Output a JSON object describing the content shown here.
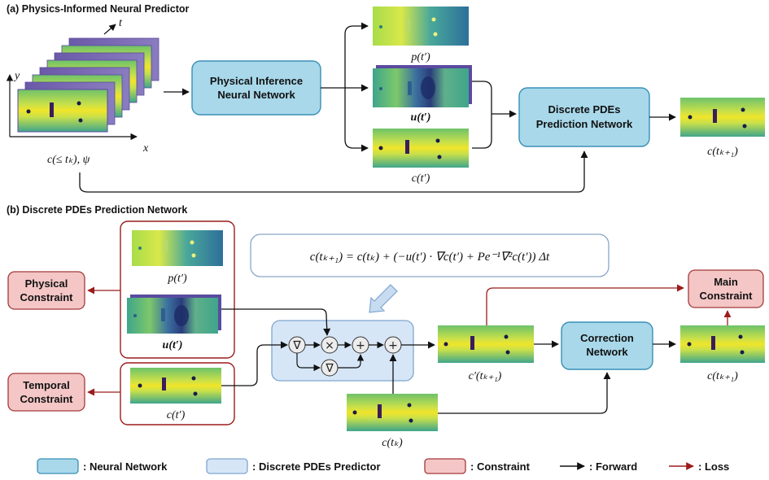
{
  "section_a": {
    "title": "(a) Physics-Informed Neural Predictor",
    "axis_t": "t",
    "axis_y": "y",
    "axis_x": "x",
    "input_label": "c(≤ tₖ), ψ",
    "physical_inference_label": [
      "Physical Inference",
      "Neural Network"
    ],
    "p_label": "p(t′)",
    "u_label": "u(t′)",
    "c_label": "c(t′)",
    "discrete_pdes_label": [
      "Discrete PDEs",
      "Prediction Network"
    ],
    "output_label": "c(tₖ₊₁)"
  },
  "section_b": {
    "title": "(b) Discrete PDEs Prediction Network",
    "equation": "c(tₖ₊₁) = c(tₖ) + (−u(t′) · ∇c(t′) + Pe⁻¹∇²c(t′)) Δt",
    "physical_constraint": [
      "Physical",
      "Constraint"
    ],
    "temporal_constraint": [
      "Temporal",
      "Constraint"
    ],
    "main_constraint": [
      "Main",
      "Constraint"
    ],
    "correction_network": [
      "Correction",
      "Network"
    ],
    "p_label": "p(t′)",
    "u_label": "u(t′)",
    "c_label": "c(t′)",
    "c_prime_label": "c′(tₖ₊₁)",
    "output_label": "c(tₖ₊₁)",
    "ck_label": "c(tₖ)",
    "op_nabla": "∇",
    "op_times": "×",
    "op_plus": "+"
  },
  "legend": {
    "neural_network": ": Neural Network",
    "discrete_predictor": ": Discrete PDEs Predictor",
    "constraint": ": Constraint",
    "forward": ": Forward",
    "loss": ": Loss"
  },
  "colors": {
    "neural_fill": "#a8d8ea",
    "neural_stroke": "#3a8fb7",
    "predictor_fill": "#d6e6f7",
    "predictor_stroke": "#7fa6cf",
    "constraint_fill": "#f4c6c6",
    "constraint_stroke": "#a33a3a",
    "loss_arrow": "#9b1c1c",
    "forward_arrow": "#111111"
  }
}
